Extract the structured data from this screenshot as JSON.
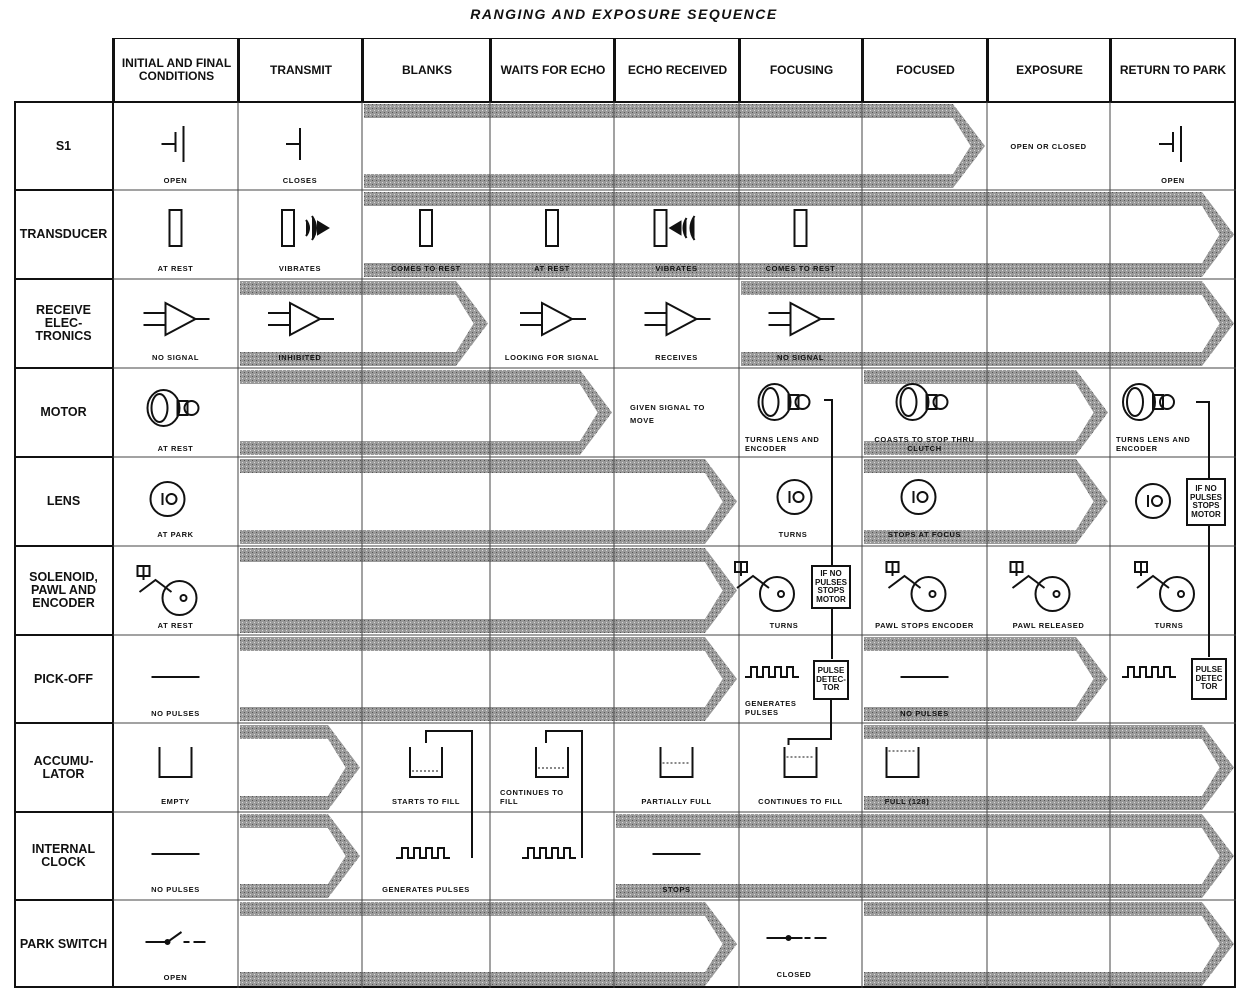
{
  "title": "RANGING AND EXPOSURE SEQUENCE",
  "columns": [
    "INITIAL AND FINAL CONDITIONS",
    "TRANSMIT",
    "BLANKS",
    "WAITS FOR ECHO",
    "ECHO RECEIVED",
    "FOCUSING",
    "FOCUSED",
    "EXPOSURE",
    "RETURN TO PARK"
  ],
  "rows": [
    "S1",
    "TRANSDUCER",
    "RECEIVE ELEC- TRONICS",
    "MOTOR",
    "LENS",
    "SOLENOID, PAWL AND ENCODER",
    "PICK-OFF",
    "ACCUMU- LATOR",
    "INTERNAL CLOCK",
    "PARK SWITCH"
  ],
  "cells": {
    "s1": {
      "initial": "OPEN",
      "transmit": "CLOSES",
      "exposure": "OPEN OR CLOSED",
      "return": "OPEN"
    },
    "transducer": {
      "initial": "AT REST",
      "transmit": "VIBRATES",
      "blanks": "COMES TO REST",
      "waits": "AT REST",
      "echo": "VIBRATES",
      "focusing": "COMES TO REST"
    },
    "receive": {
      "initial": "NO SIGNAL",
      "transmit": "INHIBITED",
      "waits": "LOOKING FOR SIGNAL",
      "echo": "RECEIVES",
      "focusing": "NO SIGNAL"
    },
    "motor": {
      "initial": "AT REST",
      "echo": "GIVEN SIGNAL TO MOVE",
      "focusing": "TURNS LENS AND ENCODER",
      "focused": "COASTS TO STOP THRU CLUTCH",
      "return": "TURNS LENS AND ENCODER"
    },
    "lens": {
      "initial": "AT PARK",
      "focusing": "TURNS",
      "focused": "STOPS AT FOCUS"
    },
    "solenoid": {
      "initial": "AT REST",
      "focusing": "TURNS",
      "focused": "PAWL STOPS ENCODER",
      "exposure": "PAWL RELEASED",
      "return": "TURNS"
    },
    "pickoff": {
      "initial": "NO PULSES",
      "focusing": "GENERATES PULSES",
      "focused": "NO PULSES"
    },
    "accumulator": {
      "initial": "EMPTY",
      "blanks": "STARTS TO FILL",
      "waits": "CONTINUES TO FILL",
      "echo": "PARTIALLY FULL",
      "focusing": "CONTINUES TO FILL",
      "focused": "FULL (128)"
    },
    "clock": {
      "initial": "NO PULSES",
      "blanks": "GENERATES PULSES",
      "echo": "STOPS"
    },
    "park": {
      "initial": "OPEN",
      "focusing": "CLOSED"
    }
  },
  "boxes": {
    "stops_motor_1": "IF NO PULSES STOPS MOTOR",
    "pulse_detector_1": "PULSE DETEC- TOR",
    "stops_motor_2": "IF NO PULSES STOPS MOTOR",
    "pulse_detector_2": "PULSE DETEC TOR"
  },
  "colors": {
    "ink": "#111111",
    "shade": "#8a8a8a",
    "paper": "#ffffff"
  }
}
